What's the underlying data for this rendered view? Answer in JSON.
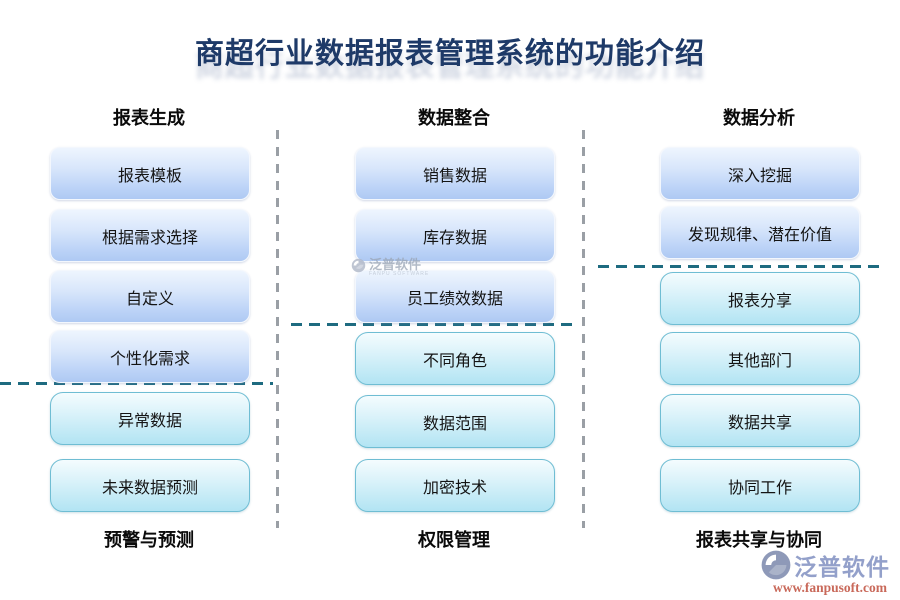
{
  "title": "商超行业数据报表管理系统的功能介绍",
  "columns": [
    {
      "top_label": "报表生成",
      "bottom_label": "预警与预测",
      "boxes": [
        "报表模板",
        "根据需求选择",
        "自定义",
        "个性化需求",
        "异常数据",
        "未来数据预测"
      ]
    },
    {
      "top_label": "数据整合",
      "bottom_label": "权限管理",
      "boxes": [
        "销售数据",
        "库存数据",
        "员工绩效数据",
        "不同角色",
        "数据范围",
        "加密技术"
      ]
    },
    {
      "top_label": "数据分析",
      "bottom_label": "报表共享与协同",
      "boxes": [
        "深入挖掘",
        "发现规律、潜在价值",
        "报表分享",
        "其他部门",
        "数据共享",
        "协同工作"
      ]
    }
  ],
  "watermark": {
    "name": "泛普软件",
    "subtext": "FANPU SOFTWARE"
  },
  "logo": {
    "name": "泛普软件",
    "url": "www.fanpusoft.com"
  },
  "colors": {
    "title": "#1e3a68",
    "dash_teal": "#1e6b80",
    "dash_gray": "#9a9fa5",
    "blue_box_top": "#eef5fe",
    "blue_box_bottom": "#aec9f3",
    "cyan_box_top": "#f4fcfe",
    "cyan_box_bottom": "#b2e4f3",
    "cyan_border": "#6fbdd3",
    "logo_text": "#93a0ca",
    "logo_url": "#c9695a"
  }
}
